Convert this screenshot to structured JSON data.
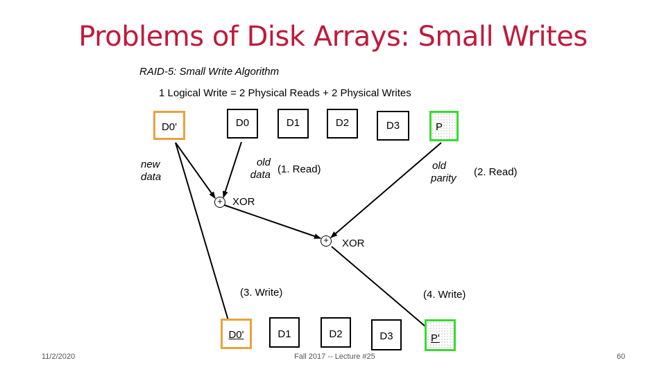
{
  "slide": {
    "title": "Problems of Disk Arrays: Small Writes",
    "subtitle": "RAID-5: Small Write Algorithm",
    "equation": "1 Logical Write = 2 Physical Reads + 2  Physical Writes"
  },
  "top_disks": {
    "new_block": "D0'",
    "d0": "D0",
    "d1": "D1",
    "d2": "D2",
    "d3": "D3",
    "parity": "P"
  },
  "labels": {
    "new_data_line1": "new",
    "new_data_line2": "data",
    "old_data_line1": "old",
    "old_data_line2": "data",
    "read1": "(1. Read)",
    "old_parity_line1": "old",
    "old_parity_line2": "parity",
    "read2": "(2. Read)",
    "xor1_symbol": "+",
    "xor1_label": "XOR",
    "xor2_symbol": "+",
    "xor2_label": "XOR",
    "write3": "(3. Write)",
    "write4": "(4. Write)"
  },
  "bottom_disks": {
    "d0_new": "D0'",
    "d1": "D1",
    "d2": "D2",
    "d3": "D3",
    "parity_new": "P'"
  },
  "footer": {
    "date": "11/2/2020",
    "course": "Fall 2017 -- Lecture #25",
    "page": "60"
  },
  "colors": {
    "title": "#c0193a",
    "new_block_border": "#e8a23a",
    "parity_border": "#39d933"
  }
}
